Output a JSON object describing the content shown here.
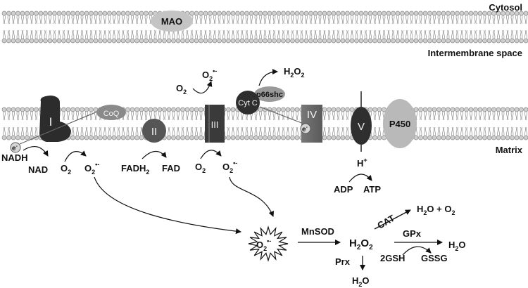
{
  "regions": {
    "cytosol": "Cytosol",
    "intermembrane": "Intermembrane space",
    "matrix": "Matrix"
  },
  "membranes": {
    "outer": {
      "protein": "MAO"
    },
    "inner": {
      "complex_i": "I",
      "coq": "CoQ",
      "complex_ii": "II",
      "complex_iii": "III",
      "cyt_c": "Cyt C",
      "p66shc": "p66shc",
      "complex_iv": "IV",
      "electron_carrier": "e",
      "complex_v": "V",
      "p450": "P450"
    }
  },
  "complex_i_side": {
    "electron": "e",
    "nadh": "NADH",
    "nad": "NAD",
    "o2": "O",
    "o2_sub": "2",
    "superoxide": "O",
    "superoxide_sub": "2",
    "superoxide_sup": "•-"
  },
  "complex_ii_side": {
    "fadh2": "FADH",
    "fadh2_sub": "2",
    "fad": "FAD"
  },
  "complex_iii_side": {
    "o2_top": "O",
    "o2_top_sub": "2",
    "superoxide_top": "O",
    "superoxide_top_sub": "2",
    "superoxide_top_sup": "•-",
    "h2o2": "H",
    "h2o2_sub1": "2",
    "h2o2_o": "O",
    "h2o2_sub2": "2",
    "o2_bottom": "O",
    "o2_bottom_sub": "2",
    "superoxide_bottom": "O",
    "superoxide_bottom_sub": "2",
    "superoxide_bottom_sup": "•-"
  },
  "complex_v_side": {
    "proton": "H",
    "proton_sup": "+",
    "adp": "ADP",
    "atp": "ATP"
  },
  "detox": {
    "superoxide": "O",
    "superoxide_sub": "2",
    "superoxide_sup": "•-",
    "mnsod": "MnSOD",
    "h2o2": "H",
    "h2o2_sub1": "2",
    "h2o2_o": "O",
    "h2o2_sub2": "2",
    "cat": "CAT",
    "cat_product_h": "H",
    "cat_product_sub1": "2",
    "cat_product_o_plus": "O + O",
    "cat_product_sub2": "2",
    "gpx": "GPx",
    "gsh": "2GSH",
    "gssg": "GSSG",
    "gpx_product_h": "H",
    "gpx_product_sub": "2",
    "gpx_product_o": "O",
    "prx": "Prx",
    "prx_product_h": "H",
    "prx_product_sub": "2",
    "prx_product_o": "O"
  }
}
